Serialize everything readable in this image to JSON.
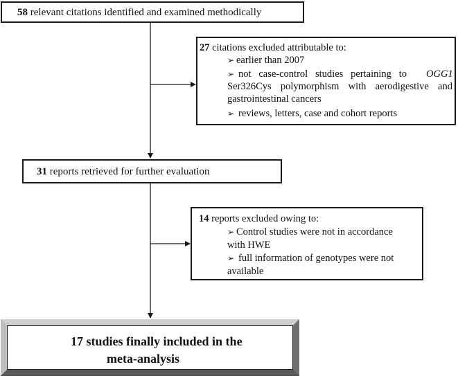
{
  "step1": {
    "count": "58",
    "text": "relevant citations identified and examined methodically"
  },
  "exclusion1": {
    "count": "27",
    "heading": "citations excluded attributable to:",
    "bullets": [
      "earlier than 2007",
      "not case-control studies pertaining to",
      "reviews, letters, case and cohort reports"
    ],
    "gene": "OGG1",
    "line2": "Ser326Cys polymorphism with aerodigestive and",
    "line3": "gastrointestinal cancers"
  },
  "step2": {
    "count": "31",
    "text": "reports retrieved for further evaluation"
  },
  "exclusion2": {
    "count": "14",
    "heading": "reports excluded owing to:",
    "bullets": [
      "Control studies were not in accordance",
      "full information of genotypes were not"
    ],
    "cont1": "with HWE",
    "cont2": "available"
  },
  "final": {
    "count": "17",
    "line1": "studies finally included in the",
    "line2": "meta-analysis"
  },
  "arrow_glyph": "➢"
}
